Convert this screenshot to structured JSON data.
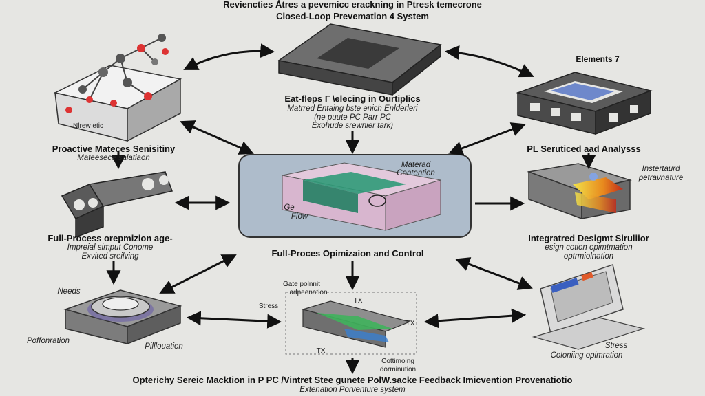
{
  "header": {
    "title_line1": "Reviencties  Átres a pevemicc erackning in Ptresk temecrone",
    "title_line2": "Closed-Loop Prevemation  4  System"
  },
  "top_center": {
    "title": "Eat-fleps Г \\elecing in Ourtiplics",
    "line1": "Matrred Entaing bste enich Enlderleri",
    "line2": "(ne puute PC Parr PC",
    "line3": "Exohude srewnier tark)"
  },
  "top_left": {
    "label": "Nlrew etic",
    "title": "Proactive Mateces Senisitiny",
    "subtitle": "Mateesece salatiaon"
  },
  "top_right": {
    "label": "Elements 7",
    "title": "PL Seruticed aad Analysss"
  },
  "mid_left": {
    "title": "Full-Process orepmizion age-",
    "line1": "Impreial simput Conome",
    "line2": "Exvited sreilving"
  },
  "center": {
    "label_material": "Materad",
    "label_contention": "Contention",
    "label_flow": "Flow",
    "label_gas": "Ge",
    "title": "Full-Proces Opimizaion and Control"
  },
  "mid_right": {
    "label1": "Instertaurd",
    "label2": "petravnature",
    "title": "Integratred Desigmt Siruliior",
    "line1": "esign cotion opimtmation",
    "line2": "optrmiolnation"
  },
  "bottom_left": {
    "label_needs": "Needs",
    "label_perf": "Poffonration",
    "label_pill": "Pilllouation"
  },
  "bottom_center": {
    "label_gate1": "Gate polnnit",
    "label_gate2": "adpeenation",
    "label_stress": "Stress",
    "label_tx1": "TX",
    "label_tx2": "TX",
    "label_tx3": "TX",
    "label_opt1": "Cottimoing",
    "label_opt2": "dorminution"
  },
  "bottom_right": {
    "label_stress": "Stress",
    "caption": "Coloniing opimration"
  },
  "footer": {
    "title": "Opterichy Sereic Macktion in P PC /Vintret Stee gunete PolW.sacke Feedback Imicvention Provenatiotio",
    "subtitle": "Extenation Porventure system"
  },
  "colors": {
    "background": "#e6e6e3",
    "center_panel": "#aebccb",
    "mold_green": "#2f9a78",
    "mold_pink": "#e3c9dc",
    "arrow": "#111111"
  }
}
